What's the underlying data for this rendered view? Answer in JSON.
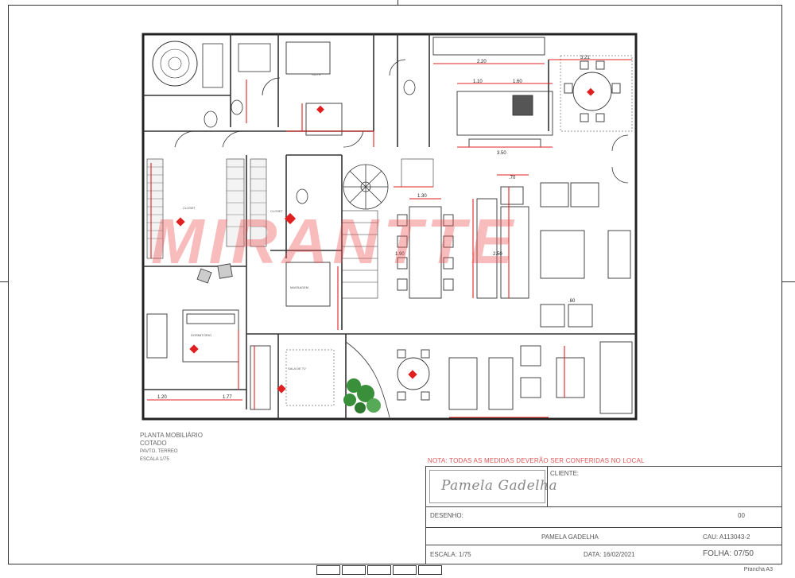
{
  "caption": {
    "title": "PLANTA MOBILIÁRIO",
    "subtitle": "COTADO",
    "floor": "PAVTO. TERREO",
    "scale_small": "ESCALA 1/75"
  },
  "watermark": "MIRANTTE",
  "note": "NOTA: TODAS AS MEDIDAS DEVERÃO SER CONFERIDAS NO LOCAL",
  "title_block": {
    "logo_signature": "Pamela Gadelha",
    "client_label": "CLIENTE:",
    "drawing_label": "DESENHO:",
    "drawing_value": "00",
    "author": "PAMELA GADELHA",
    "cau": "CAU: A113043-2",
    "scale": "ESCALA: 1/75",
    "date": "DATA: 16/02/2021",
    "sheet_label": "FOLHA:",
    "sheet_value": "07/50"
  },
  "footer_right": "Prancha A3",
  "rooms": {
    "closet": "CLOSET",
    "massagem": "MASSAGEM",
    "sala_tv": "SALA DE TV",
    "suite": "SUITE",
    "dormitorio": "DORMITÓRIO"
  },
  "dimensions": {
    "d1": "2.20",
    "d2": "3.21",
    "d3": "1.10",
    "d4": "1.60",
    "d5": "3.50",
    "d6": "1.30",
    "d7": "1.90",
    "d8": "2.50",
    "d9": ".60",
    "d10": ".70",
    "d11": "1.20",
    "d12": "1.77"
  }
}
